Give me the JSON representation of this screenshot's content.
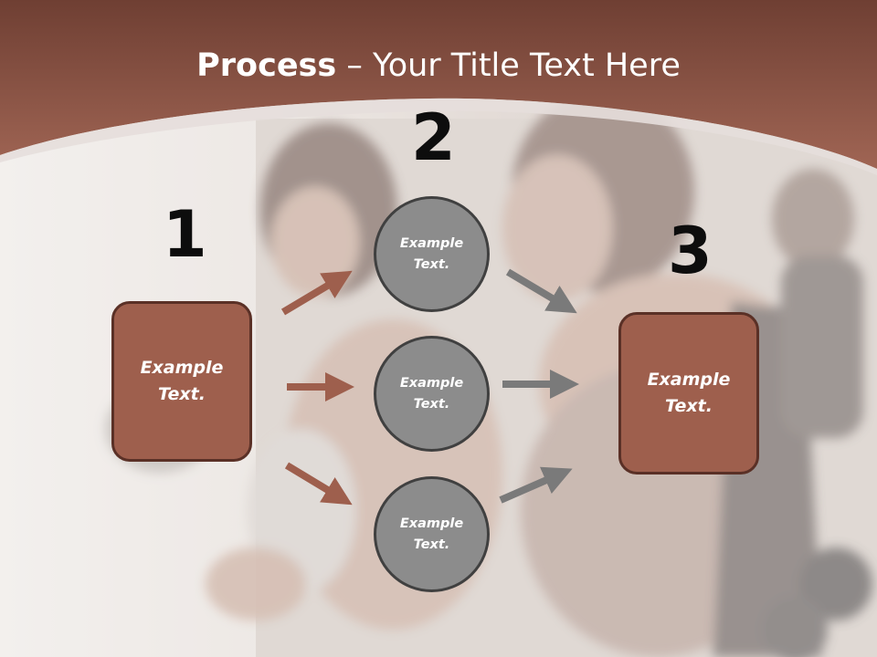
{
  "title": {
    "bold": "Process",
    "rest": " – Your Title Text Here"
  },
  "steps": [
    {
      "number": "1",
      "text": "Example Text."
    },
    {
      "number": "2"
    },
    {
      "number": "3",
      "text": "Example Text."
    }
  ],
  "circles": [
    {
      "text": "Example Text."
    },
    {
      "text": "Example Text."
    },
    {
      "text": "Example Text."
    }
  ],
  "colors": {
    "header": "#8f5546",
    "box_fill": "#9e5f4d",
    "box_border": "#5a3026",
    "circle_fill": "#8c8c8c",
    "circle_border": "#404040",
    "arrow_brown": "#9e5f4d",
    "arrow_gray": "#7a7a7a"
  }
}
